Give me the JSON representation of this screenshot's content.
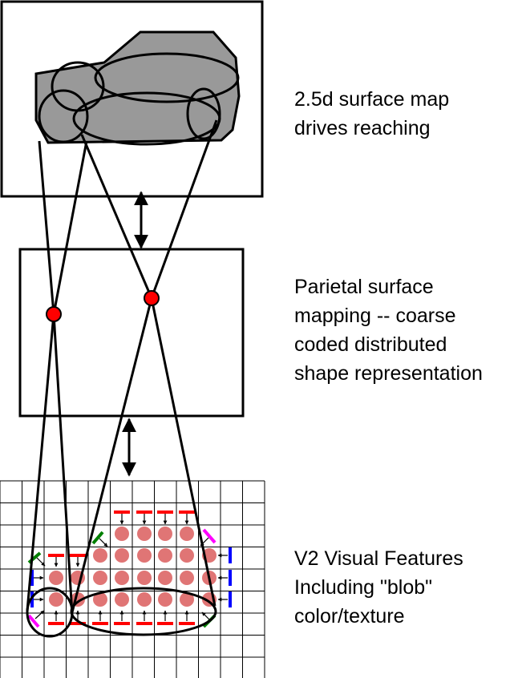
{
  "labels": {
    "top": [
      "2.5d surface map",
      "drives reaching"
    ],
    "middle": [
      "Parietal surface",
      "mapping -- coarse",
      "coded distributed",
      "shape representation"
    ],
    "bottom": [
      "V2 Visual Features",
      "Including \"blob\"",
      "color/texture"
    ]
  },
  "colors": {
    "stroke": "#000000",
    "shape_fill": "#999999",
    "node": "#ff0000",
    "blob": "#e07575",
    "edge_horizontal": "#ff0000",
    "edge_vertical": "#0000ff",
    "edge_diagonal_left": "#008000",
    "edge_diagonal_right": "#ff00ff"
  }
}
